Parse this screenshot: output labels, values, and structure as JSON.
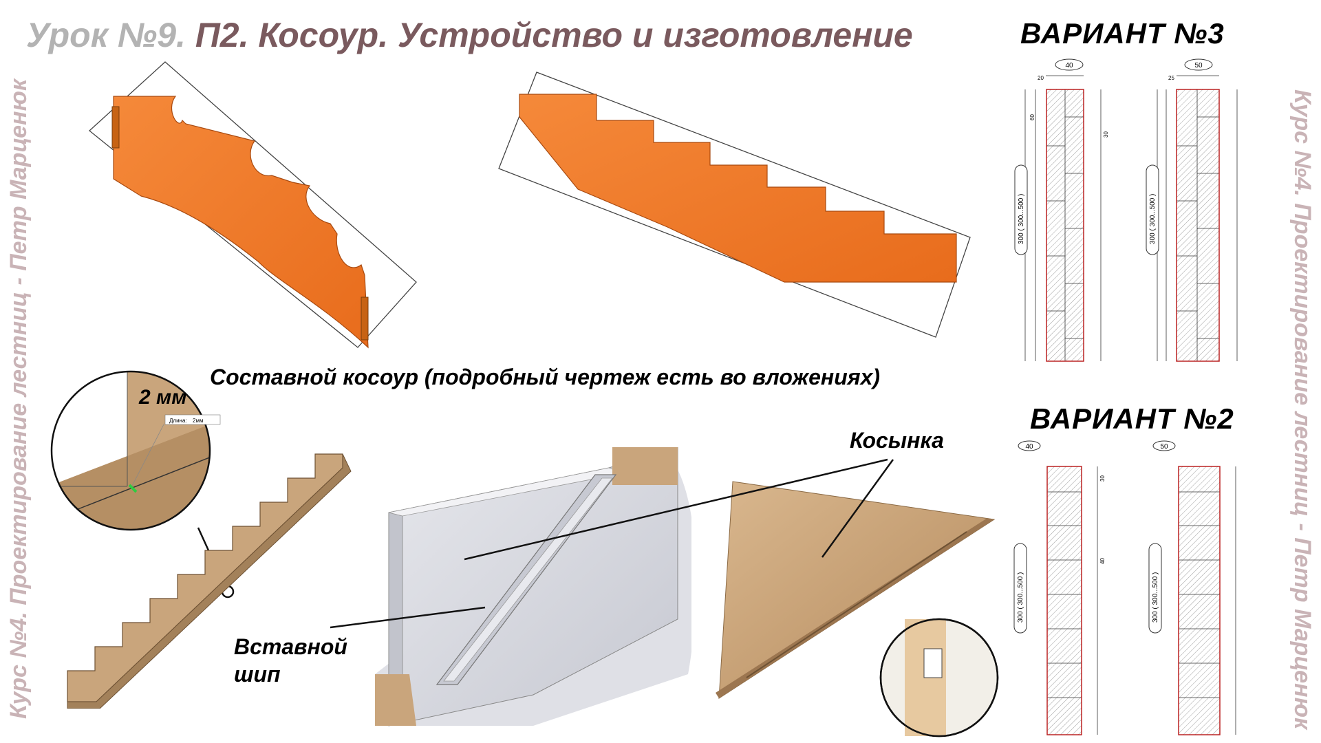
{
  "header": {
    "lesson": "Урок №9.",
    "topic": "П2. Косоур. Устройство и изготовление"
  },
  "side_text": "Курс №4. Проектирование лестниц - Петр Марценюк",
  "caption": "Составной косоур (подробный чертеж есть во вложениях)",
  "zoom_label": "2 мм",
  "tooltip": {
    "key": "Длина:",
    "value": "2мм"
  },
  "labels": {
    "insert_tenon_line1": "Вставной",
    "insert_tenon_line2": "шип",
    "gusset": "Косынка"
  },
  "variant3": {
    "title": "ВАРИАНТ №3",
    "left_width": "40",
    "right_width": "50",
    "left_offset": "20",
    "right_offset": "25",
    "height_label": "300 ( 300...500 )",
    "dim_60": "60",
    "dim_30": "30"
  },
  "variant2": {
    "title": "ВАРИАНТ №2",
    "left_width": "40",
    "right_width": "50",
    "height_label": "300 ( 300...500 )",
    "dim_40": "40",
    "dim_30": "30"
  },
  "colors": {
    "stringer_orange": "#f07a2a",
    "wood_tan": "#c9a57c",
    "outline_red": "#c0392b",
    "title_brown": "#7a5a5e",
    "title_gray": "#b3b3b3",
    "side_pink": "#c9b3b6"
  }
}
